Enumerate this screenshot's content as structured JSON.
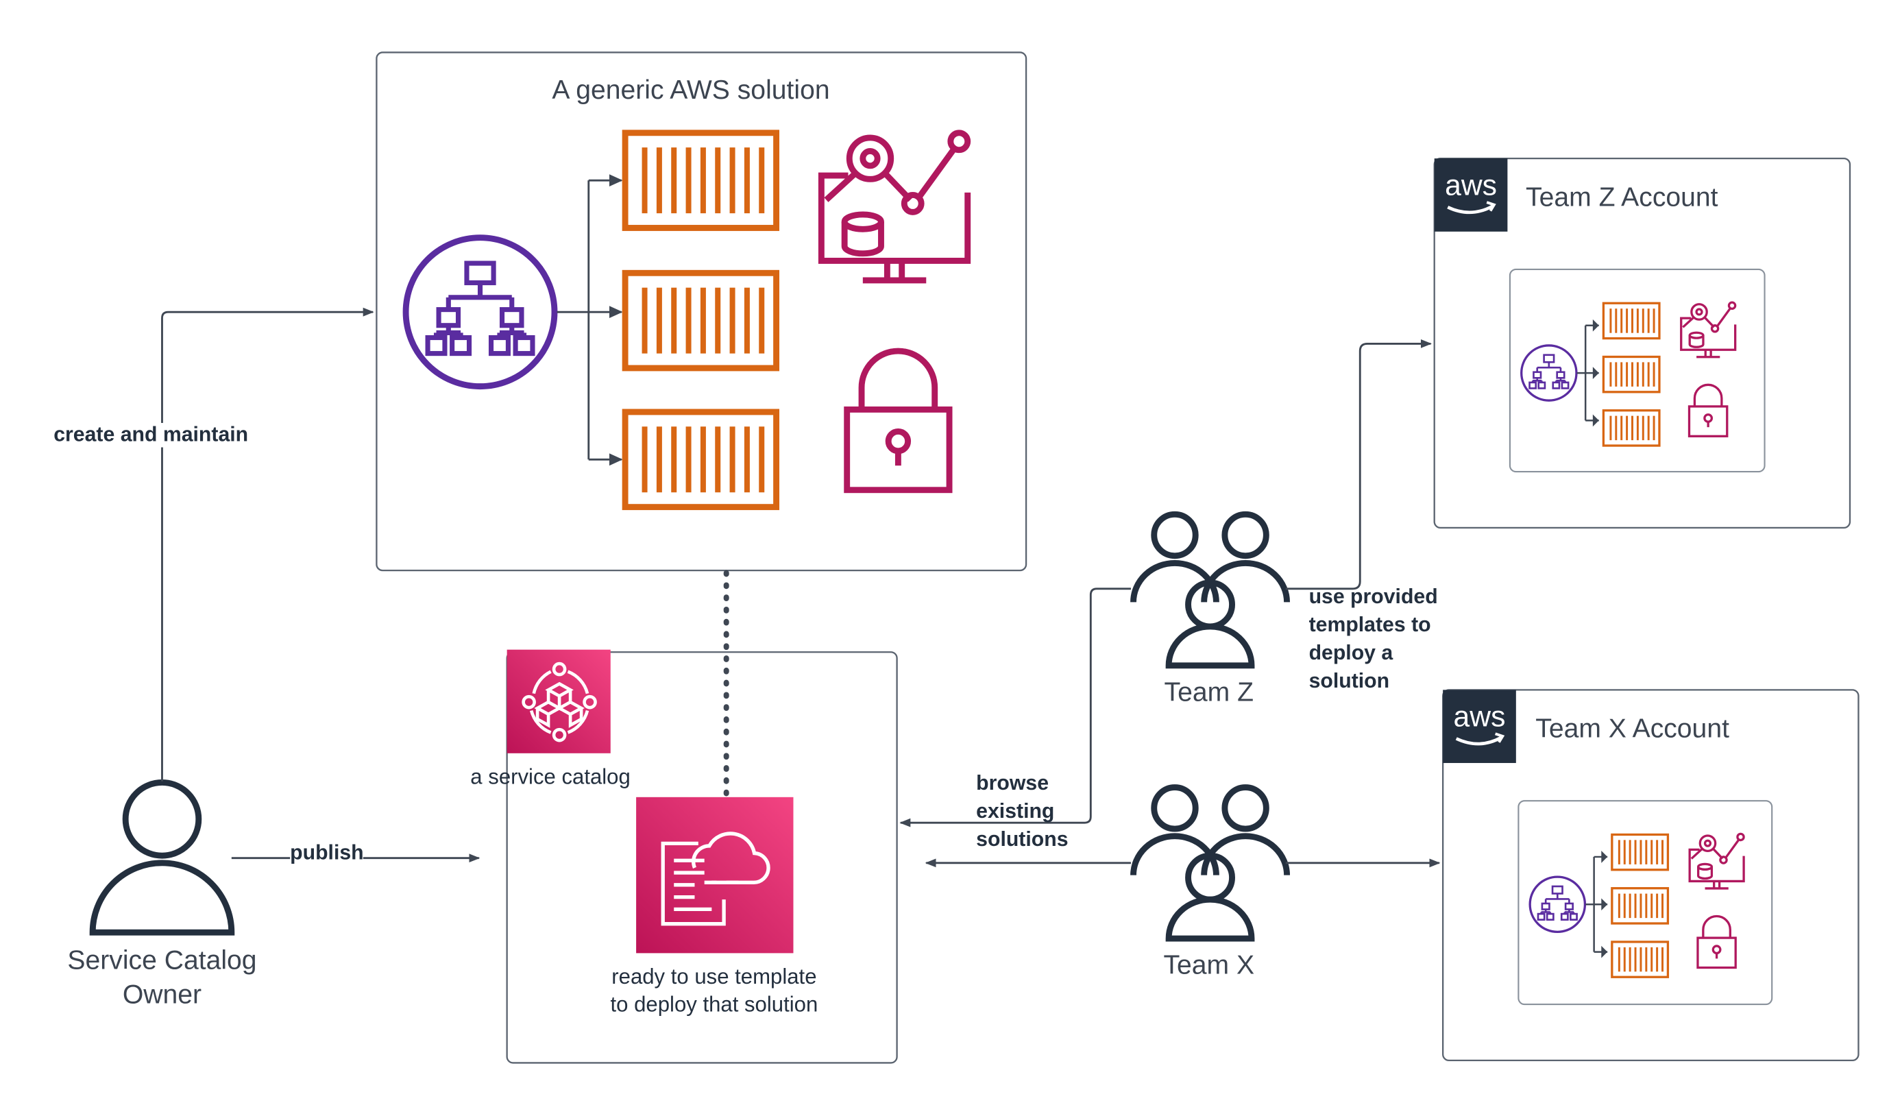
{
  "solution_box": {
    "title": "A generic AWS solution"
  },
  "account_z": {
    "badge": "aws",
    "title": "Team Z Account"
  },
  "account_x": {
    "badge": "aws",
    "title": "Team X Account"
  },
  "catalog_box": {
    "label": "a service catalog",
    "template_label_line1": "ready to use template",
    "template_label_line2": "to deploy that solution"
  },
  "owner": {
    "line1": "Service Catalog",
    "line2": "Owner"
  },
  "team_z": {
    "label": "Team Z"
  },
  "team_x": {
    "label": "Team X"
  },
  "edges": {
    "create_maintain": "create and maintain",
    "publish": "publish",
    "browse_line1": "browse",
    "browse_line2": "existing",
    "browse_line3": "solutions",
    "use_line1": "use provided",
    "use_line2": "templates to",
    "use_line3": "deploy a",
    "use_line4": "solution"
  },
  "icons": [
    "load-balancer-icon",
    "container-icon",
    "monitoring-icon",
    "lock-icon",
    "service-catalog-icon",
    "cloudformation-template-icon",
    "user-icon",
    "users-group-icon",
    "aws-logo-icon"
  ],
  "colors": {
    "purple": "#5a2ca0",
    "orange": "#d86613",
    "crimson": "#b0185e",
    "pink_gradient_start": "#f34482",
    "pink_gradient_end": "#bc1356",
    "navy": "#232f3e",
    "line": "#3f4753"
  }
}
